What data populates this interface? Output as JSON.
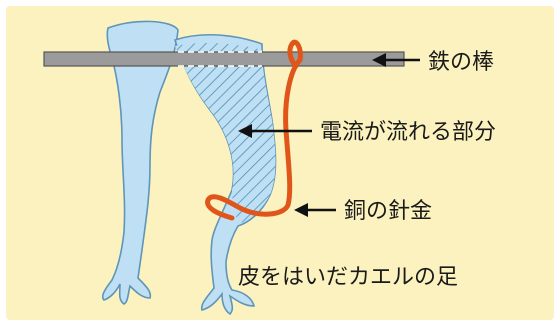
{
  "labels": {
    "iron_rod": "鉄の棒",
    "current_part": "電流が流れる部分",
    "copper_wire": "銅の針金",
    "frog_legs": "皮をはいだカエルの足"
  },
  "colors": {
    "background": "#fbf2bf",
    "leg_fill": "#bfe0f4",
    "leg_outline": "#5f95b8",
    "rod": "#9b9b9b",
    "wire": "#e0561a",
    "hatch": "#4a8fb5"
  }
}
